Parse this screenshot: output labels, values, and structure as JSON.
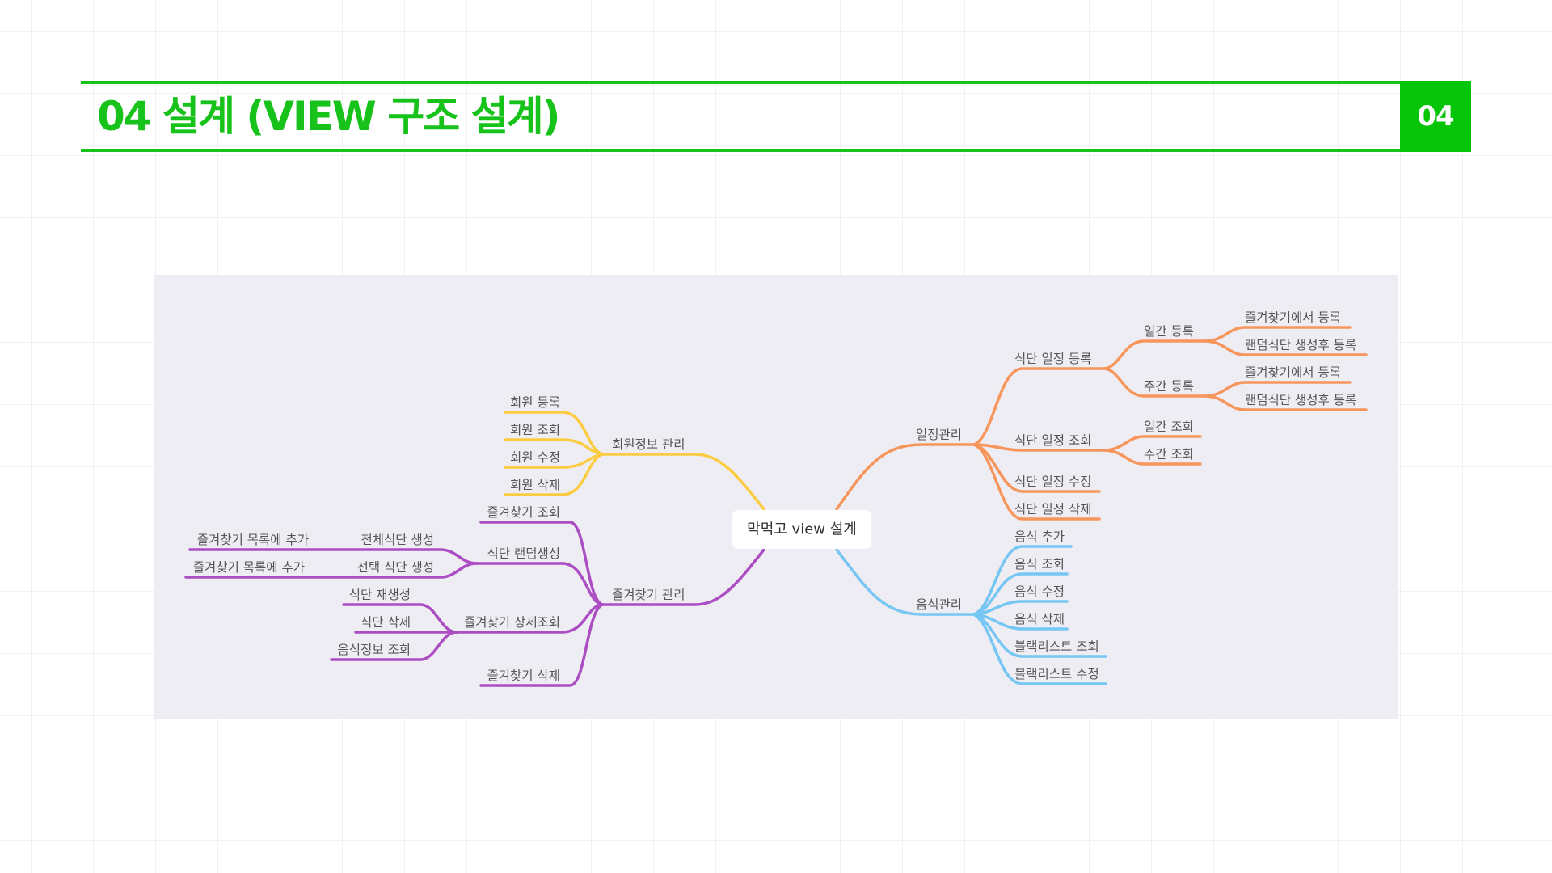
{
  "header": {
    "title": "04 설계 (VIEW 구조 설계)",
    "page_number": "04"
  },
  "mindmap": {
    "center": "막먹고 view 설계",
    "colors": {
      "orange": "#f6965c",
      "blue": "#76c6f4",
      "yellow": "#fbcc41",
      "purple": "#ab4ec4"
    },
    "branches": {
      "schedule": {
        "label": "일정관리",
        "register": {
          "label": "식단 일정 등록",
          "daily": {
            "label": "일간 등록",
            "items": [
              "즐겨찾기에서 등록",
              "랜덤식단 생성후 등록"
            ]
          },
          "weekly": {
            "label": "주간 등록",
            "items": [
              "즐겨찾기에서 등록",
              "랜덤식단 생성후 등록"
            ]
          }
        },
        "view": {
          "label": "식단 일정 조회",
          "items": [
            "일간 조회",
            "주간 조회"
          ]
        },
        "edit": "식단 일정 수정",
        "delete": "식단 일정 삭제"
      },
      "food": {
        "label": "음식관리",
        "items": [
          "음식 추가",
          "음식 조회",
          "음식 수정",
          "음식 삭제",
          "블랙리스트 조회",
          "블랙리스트 수정"
        ]
      },
      "member": {
        "label": "회원정보 관리",
        "items": [
          "회원 등록",
          "회원 조회",
          "회원 수정",
          "회원 삭제"
        ]
      },
      "favorites": {
        "label": "즐겨찾기 관리",
        "view": "즐겨찾기 조회",
        "random": {
          "label": "식단 랜덤생성",
          "full": {
            "label": "전체식단 생성",
            "child": "즐겨찾기 목록에 추가"
          },
          "select": {
            "label": "선택 식단 생성",
            "child": "즐겨찾기 목록에 추가"
          }
        },
        "detail": {
          "label": "즐겨찾기 상세조회",
          "items": [
            "식단 재생성",
            "식단 삭제",
            "음식정보 조회"
          ]
        },
        "delete": "즐겨찾기 삭제"
      }
    }
  }
}
